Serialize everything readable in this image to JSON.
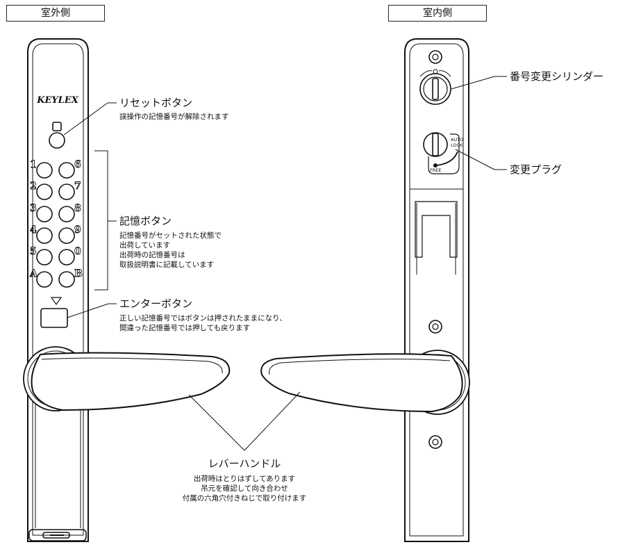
{
  "labels": {
    "outdoor": "室外側",
    "indoor": "室内側"
  },
  "brand": "KEYLEX",
  "keypad": {
    "left_keys": [
      "1",
      "2",
      "3",
      "4",
      "5",
      "A"
    ],
    "right_keys": [
      "6",
      "7",
      "8",
      "9",
      "0",
      "B"
    ]
  },
  "callouts": {
    "reset": {
      "title": "リセットボタン",
      "desc": "誤操作の記憶番号が解除されます"
    },
    "memory": {
      "title": "記憶ボタン",
      "desc": "記憶番号がセットされた状態で\n出荷しています\n出荷時の記憶番号は\n取扱説明書に記載しています"
    },
    "enter": {
      "title": "エンターボタン",
      "desc": "正しい記憶番号ではボタンは押されたままになり、\n間違った記憶番号では押しても戻ります"
    },
    "cylinder": {
      "title": "番号変更シリンダー"
    },
    "plug": {
      "title": "変更プラグ"
    },
    "lever": {
      "title": "レバーハンドル",
      "desc": "出荷時はとりはずしてあります\n吊元を確認して向き合わせ\n付属の六角穴付きねじで取り付けます"
    }
  },
  "plug_labels": {
    "auto": "AUTO",
    "lock": "LOCK",
    "free": "FREE"
  },
  "colors": {
    "line": "#111111",
    "fill": "#ffffff",
    "shade": "#d8d8d8"
  }
}
